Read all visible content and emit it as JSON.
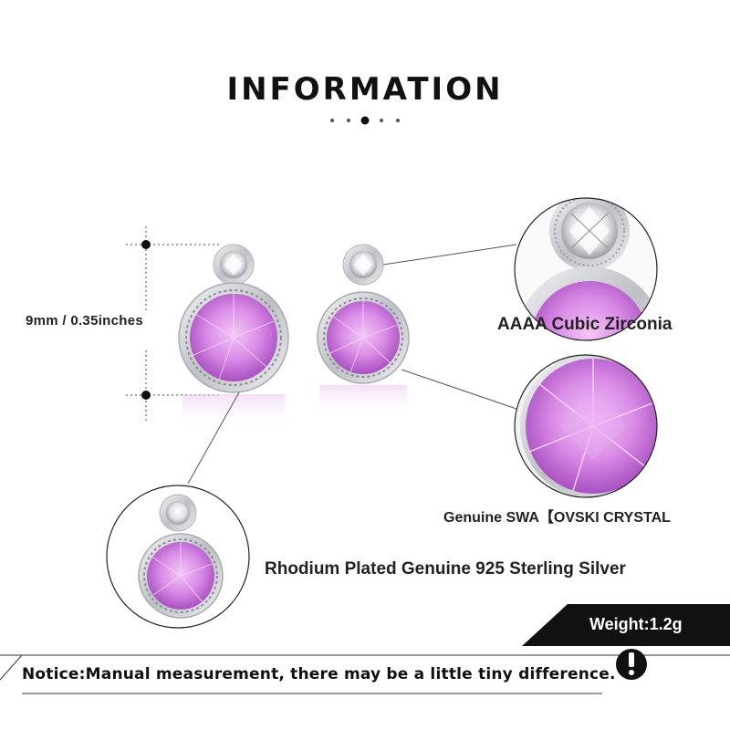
{
  "header": {
    "title": "INFORMATION"
  },
  "dimension": {
    "label": "9mm / 0.35inches"
  },
  "callouts": {
    "cubic_zirconia": "AAAA Cubic Zirconia",
    "crystal": "Genuine SWA【OVSKI CRYSTAL",
    "silver": "Rhodium Plated Genuine 925 Sterling Silver"
  },
  "weight": {
    "label": "Weight:1.2g"
  },
  "notice": {
    "label": "Notice:Manual measurement, there may be a little tiny difference."
  },
  "icons": {
    "notice": "exclamation-icon"
  },
  "colors": {
    "crystal_pink": "#d98be6",
    "crystal_deep": "#a94fc1",
    "silver": "#d9d9dc",
    "badge": "#111111"
  }
}
